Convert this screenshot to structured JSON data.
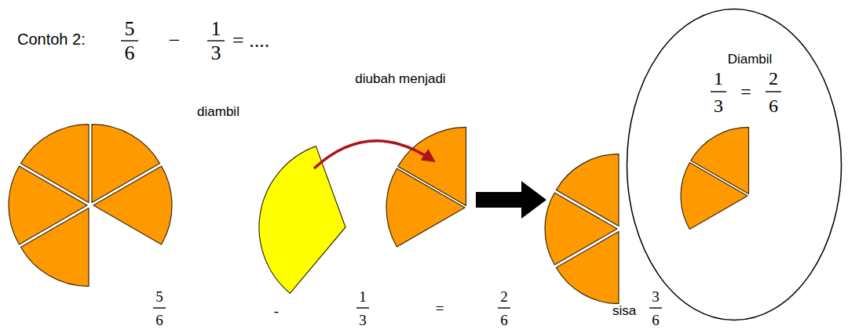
{
  "diagram": {
    "title": "Contoh 2:",
    "nodes": [
      {
        "text": [
          "Diambil",
          "1",
          "3",
          "=",
          "2",
          "6"
        ]
      }
    ],
    "labels": [
      "5",
      "6",
      "−",
      "1",
      "3",
      "= ....",
      "diambil",
      "diubah menjadi",
      "5",
      "6",
      "-",
      "1",
      "3",
      "=",
      "2",
      "6",
      "sisa",
      "3",
      "6"
    ]
  }
}
